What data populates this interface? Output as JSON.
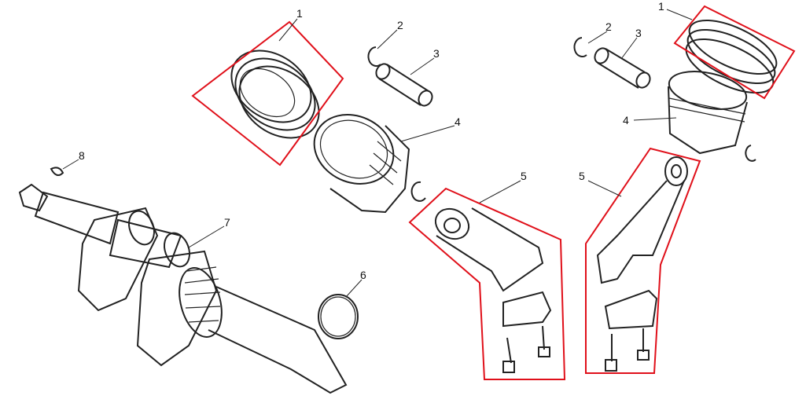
{
  "diagram": {
    "title": "Crankshaft, piston and connecting rod exploded view",
    "highlight_color": "#e0101a",
    "callouts": {
      "left_rings": "1",
      "left_clip": "2",
      "left_pin": "3",
      "left_piston": "4",
      "key": "8",
      "crankshaft": "7",
      "oring": "6",
      "left_rod": "5",
      "right_rod": "5",
      "right_piston": "4",
      "right_pin": "3",
      "right_clip": "2",
      "right_rings": "1"
    }
  }
}
